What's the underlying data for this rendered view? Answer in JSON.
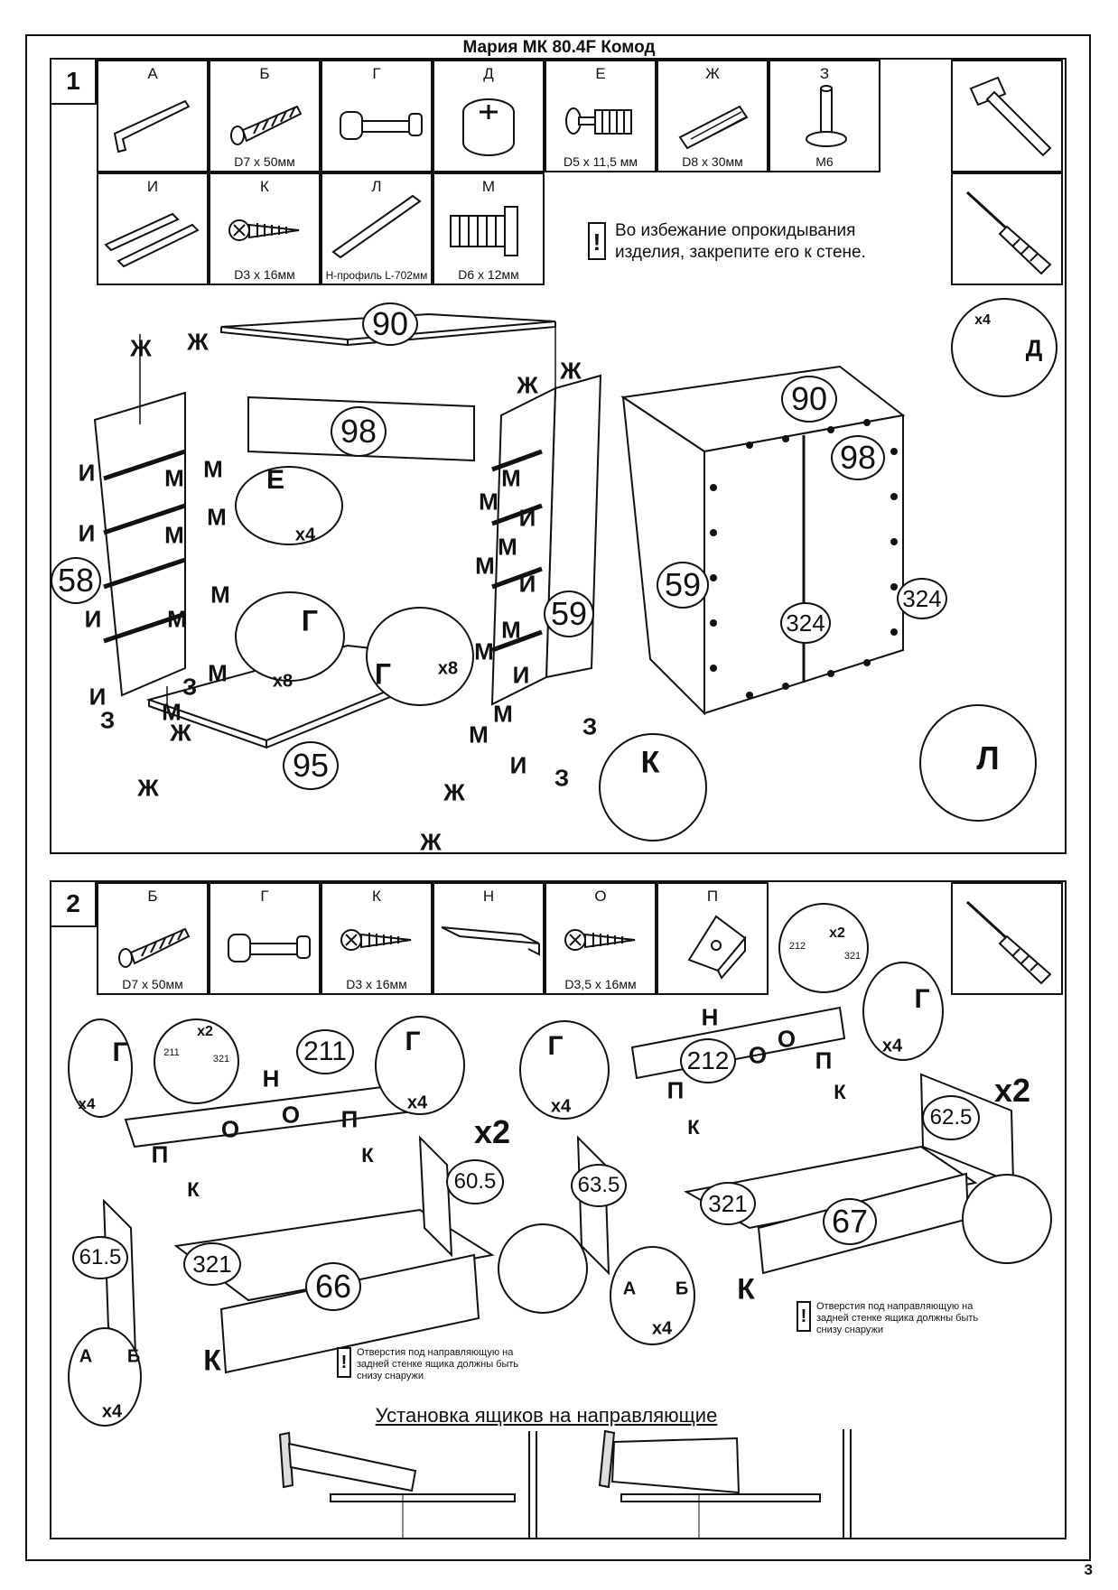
{
  "document": {
    "title": "Мария МК 80.4F Комод",
    "page_number": "3"
  },
  "step1": {
    "number": "1",
    "parts": [
      {
        "letter": "А",
        "caption": "",
        "icon": "allen-key-icon"
      },
      {
        "letter": "Б",
        "caption": "D7 x 50мм",
        "icon": "confirmat-screw-icon"
      },
      {
        "letter": "Г",
        "caption": "",
        "icon": "cam-connector-icon"
      },
      {
        "letter": "Д",
        "caption": "",
        "icon": "cam-lock-icon"
      },
      {
        "letter": "Е",
        "caption": "D5 x 11,5 мм",
        "icon": "cam-bolt-icon"
      },
      {
        "letter": "Ж",
        "caption": "D8 x 30мм",
        "icon": "dowel-icon"
      },
      {
        "letter": "З",
        "caption": "М6",
        "icon": "leveling-foot-icon"
      },
      {
        "letter": "И",
        "caption": "",
        "icon": "drawer-slide-icon"
      },
      {
        "letter": "К",
        "caption": "D3 x 16мм",
        "icon": "wood-screw-icon"
      },
      {
        "letter": "Л",
        "caption": "Н-профиль L-702мм",
        "icon": "h-profile-icon"
      },
      {
        "letter": "М",
        "caption": "D6 x 12мм",
        "icon": "euro-screw-icon"
      }
    ],
    "warning": "Во избежание опрокидывания изделия, закрепите его к стене.",
    "tools": [
      "hammer-icon",
      "screwdriver-icon"
    ],
    "panel_numbers": [
      "90",
      "98",
      "58",
      "59",
      "95",
      "90",
      "98",
      "59",
      "324",
      "324"
    ],
    "letter_labels": {
      "zh": "Ж",
      "i": "И",
      "m": "М",
      "z": "З",
      "e": "Е",
      "g": "Г",
      "d": "Д",
      "k": "К",
      "l": "Л"
    },
    "multipliers": {
      "e": "x4",
      "g1": "x8",
      "g2": "x8",
      "d": "x4"
    }
  },
  "step2": {
    "number": "2",
    "parts": [
      {
        "letter": "Б",
        "caption": "D7 x 50мм",
        "icon": "confirmat-screw-icon"
      },
      {
        "letter": "Г",
        "caption": "",
        "icon": "cam-connector-icon"
      },
      {
        "letter": "К",
        "caption": "D3 x 16мм",
        "icon": "wood-screw-icon"
      },
      {
        "letter": "Н",
        "caption": "",
        "icon": "handle-profile-icon"
      },
      {
        "letter": "О",
        "caption": "D3,5 x 16мм",
        "icon": "wood-screw-icon"
      },
      {
        "letter": "П",
        "caption": "",
        "icon": "corner-bracket-icon"
      }
    ],
    "tools": [
      "screwdriver-icon"
    ],
    "left_drawer": {
      "front": "211",
      "side_a": "60.5",
      "side_b": "61.5",
      "bottom": "321",
      "back": "66"
    },
    "right_drawer": {
      "front": "212",
      "side_a": "62.5",
      "side_b": "63.5",
      "bottom": "321",
      "back": "67"
    },
    "multipliers": {
      "x2": "x2",
      "x4": "x4"
    },
    "small_labels": {
      "n211": "211",
      "n321": "321",
      "n212": "212"
    },
    "letter_labels": {
      "g": "Г",
      "n": "Н",
      "o": "О",
      "p": "П",
      "k": "К",
      "a": "А",
      "b": "Б"
    },
    "hole_warning": "Отверстия под направляющую на задней стенке ящика должны быть снизу снаружи",
    "drawer_install_heading": "Установка ящиков на направляющие"
  }
}
